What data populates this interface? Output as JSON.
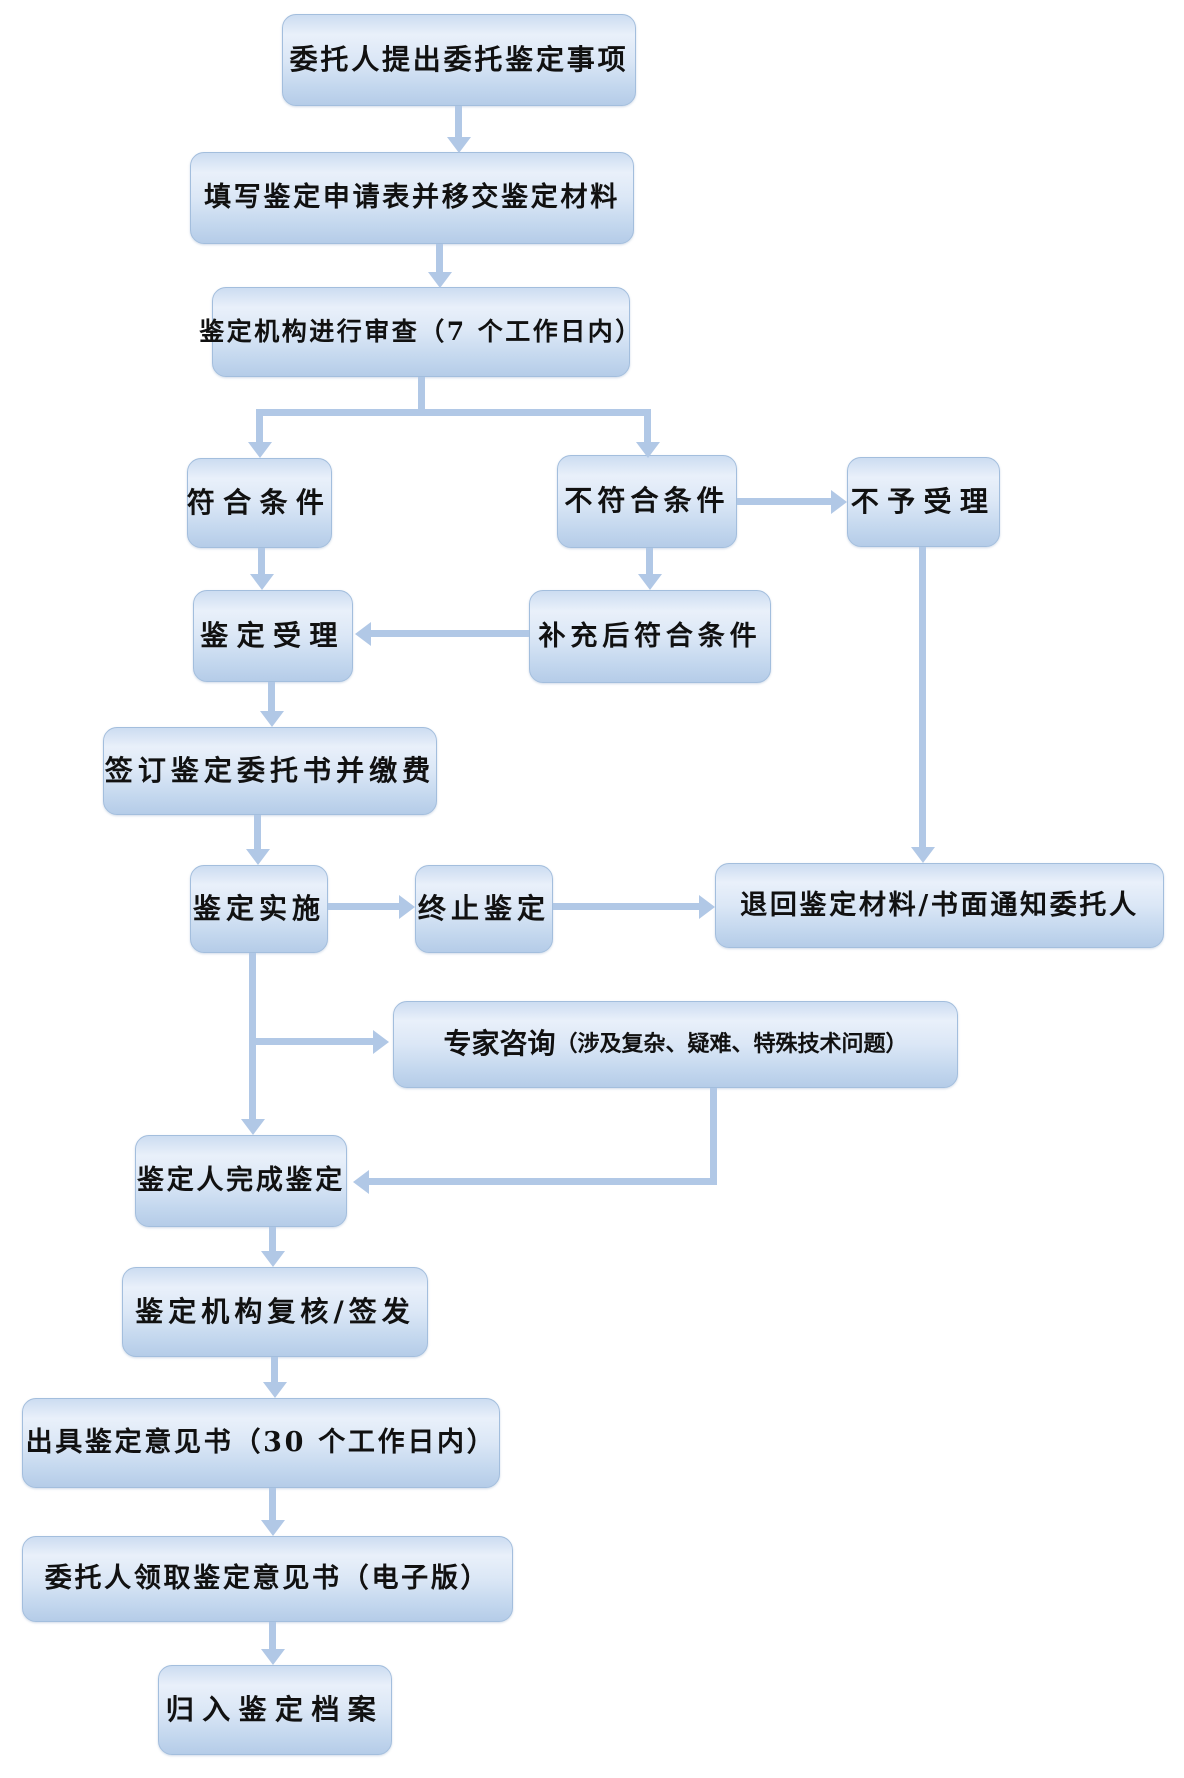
{
  "diagram": {
    "type": "flowchart",
    "language": "zh-CN",
    "nodes": {
      "client_request": {
        "label": "委托人提出委托鉴定事项"
      },
      "fill_application": {
        "label": "填写鉴定申请表并移交鉴定材料"
      },
      "institution_review": {
        "label": "鉴定机构进行审查（7 个工作日内）"
      },
      "meets_conditions": {
        "label": "符合条件"
      },
      "not_meet_conditions": {
        "label": "不符合条件"
      },
      "not_accepted": {
        "label": "不予受理"
      },
      "acceptance": {
        "label": "鉴定受理"
      },
      "supplemented_meets": {
        "label": "补充后符合条件"
      },
      "sign_contract_pay": {
        "label": "签订鉴定委托书并缴费"
      },
      "implementation": {
        "label": "鉴定实施"
      },
      "terminate": {
        "label": "终止鉴定"
      },
      "return_materials": {
        "label": "退回鉴定材料/书面通知委托人"
      },
      "expert_consult": {
        "label": "专家咨询",
        "note": "（涉及复杂、疑难、特殊技术问题）"
      },
      "appraiser_complete": {
        "label": "鉴定人完成鉴定"
      },
      "review_issue": {
        "label": "鉴定机构复核/签发"
      },
      "issue_opinion": {
        "label": "出具鉴定意见书（30 个工作日内）"
      },
      "client_receive": {
        "label": "委托人领取鉴定意见书（电子版）"
      },
      "archive": {
        "label": "归入鉴定档案"
      }
    },
    "edges": [
      {
        "from": "client_request",
        "to": "fill_application"
      },
      {
        "from": "fill_application",
        "to": "institution_review"
      },
      {
        "from": "institution_review",
        "to": "meets_conditions"
      },
      {
        "from": "institution_review",
        "to": "not_meet_conditions"
      },
      {
        "from": "meets_conditions",
        "to": "acceptance"
      },
      {
        "from": "not_meet_conditions",
        "to": "supplemented_meets"
      },
      {
        "from": "not_meet_conditions",
        "to": "not_accepted"
      },
      {
        "from": "supplemented_meets",
        "to": "acceptance"
      },
      {
        "from": "acceptance",
        "to": "sign_contract_pay"
      },
      {
        "from": "sign_contract_pay",
        "to": "implementation"
      },
      {
        "from": "implementation",
        "to": "terminate"
      },
      {
        "from": "terminate",
        "to": "return_materials"
      },
      {
        "from": "not_accepted",
        "to": "return_materials"
      },
      {
        "from": "implementation",
        "to": "expert_consult"
      },
      {
        "from": "implementation",
        "to": "appraiser_complete"
      },
      {
        "from": "expert_consult",
        "to": "appraiser_complete"
      },
      {
        "from": "appraiser_complete",
        "to": "review_issue"
      },
      {
        "from": "review_issue",
        "to": "issue_opinion"
      },
      {
        "from": "issue_opinion",
        "to": "client_receive"
      },
      {
        "from": "client_receive",
        "to": "archive"
      }
    ],
    "colors": {
      "node_fill_top": "#e9f0fa",
      "node_fill_bottom": "#b5cce8",
      "node_border": "#a3bedd",
      "connector": "#b1c8e6",
      "text": "#111111"
    }
  }
}
